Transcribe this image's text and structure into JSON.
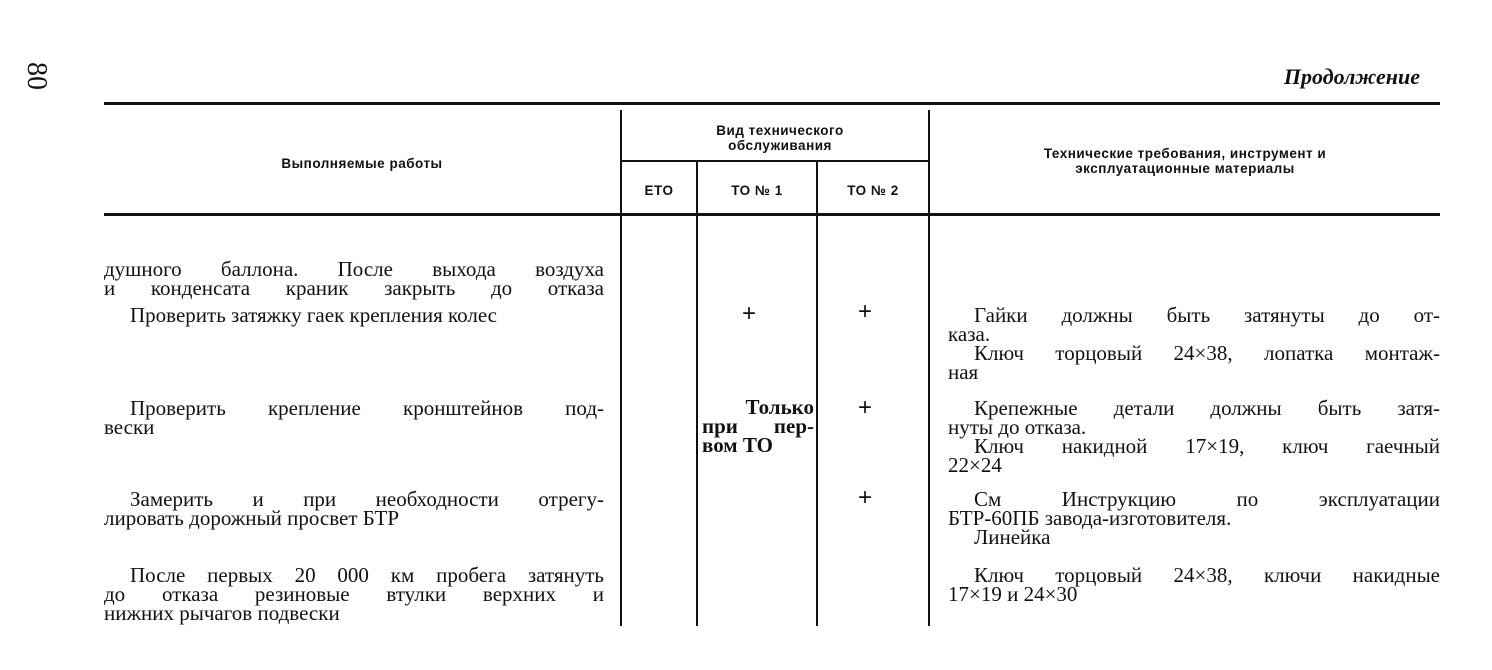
{
  "page": {
    "number": "80",
    "continuation": "Продолжение"
  },
  "table": {
    "headers": {
      "work": "Выполняемые работы",
      "maintenance_type": "Вид технического обслуживания",
      "eto": "ЕТО",
      "to1": "ТО № 1",
      "to2": "ТО № 2",
      "requirements": "Технические требования, инструмент и эксплуатационные материалы"
    },
    "continued_text": [
      "душного баллона. После выхода воздуха",
      "и конденсата краник закрыть до отказа"
    ],
    "rows": [
      {
        "work": "Проверить затяжку гаек крепления колес",
        "to1": "+",
        "to2": "+",
        "requirements": [
          "Гайки должны быть затянуты до от-",
          "каза.",
          "Ключ торцовый 24×38, лопатка монтаж-",
          "ная"
        ]
      },
      {
        "work": [
          "Проверить крепление кронштейнов под-",
          "вески"
        ],
        "to1": [
          "Только",
          "при пер-",
          "вом ТО"
        ],
        "to2": "+",
        "requirements": [
          "Крепежные детали должны быть затя-",
          "нуты до отказа.",
          "Ключ накидной 17×19, ключ гаечный",
          "22×24"
        ]
      },
      {
        "work": [
          "Замерить и при необходности отрегу-",
          "лировать дорожный просвет БТР"
        ],
        "to2": "+",
        "requirements": [
          "См Инструкцию по эксплуатации",
          "БТР-60ПБ завода-изготовителя.",
          "Линейка"
        ]
      },
      {
        "work": [
          "После первых 20 000 км пробега затянуть",
          "до отказа резиновые втулки верхних и",
          "нижних рычагов подвески"
        ],
        "requirements": [
          "Ключ торцовый 24×38, ключи накидные",
          "17×19 и 24×30"
        ]
      }
    ]
  }
}
